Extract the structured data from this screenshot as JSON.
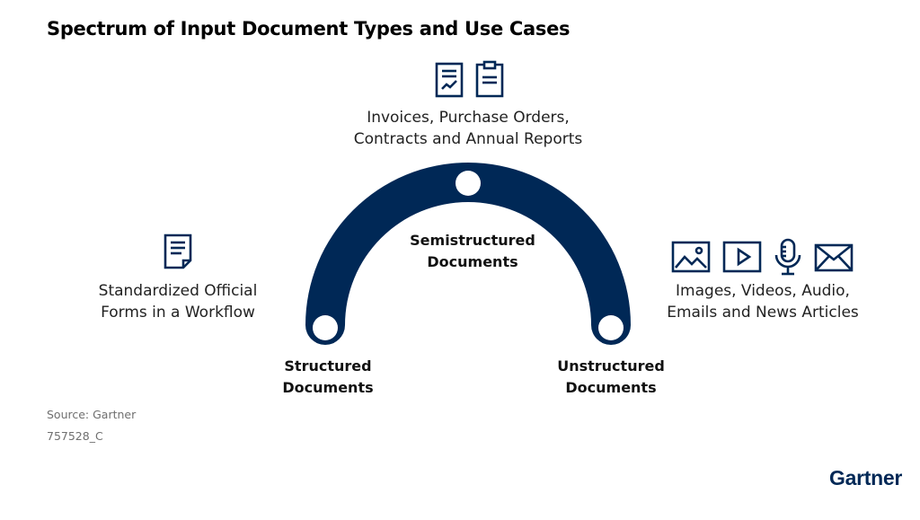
{
  "title": "Spectrum of Input Document Types and Use Cases",
  "colors": {
    "navy": "#002856",
    "white": "#ffffff"
  },
  "nodes": [
    {
      "label_line1": "Structured",
      "label_line2": "Documents",
      "desc_line1": "Standardized Official",
      "desc_line2": "Forms in a Workflow",
      "icons": [
        "document-icon"
      ]
    },
    {
      "label_line1": "Semistructured",
      "label_line2": "Documents",
      "desc_line1": "Invoices, Purchase Orders,",
      "desc_line2": "Contracts and Annual Reports",
      "icons": [
        "report-chart-icon",
        "clipboard-icon"
      ]
    },
    {
      "label_line1": "Unstructured",
      "label_line2": "Documents",
      "desc_line1": "Images, Videos, Audio,",
      "desc_line2": "Emails and News Articles",
      "icons": [
        "image-icon",
        "video-play-icon",
        "microphone-icon",
        "envelope-icon"
      ]
    }
  ],
  "source": "Source: Gartner",
  "doc_id": "757528_C",
  "logo": "Gartner"
}
